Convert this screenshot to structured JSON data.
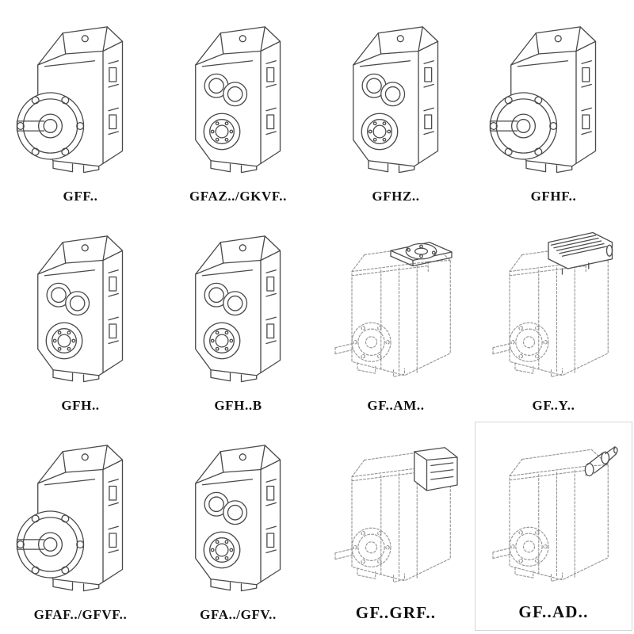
{
  "page": {
    "kind": "gearbox-catalog-sheet",
    "colors": {
      "line": "#4a4a4a",
      "dashed_line": "#959595",
      "label_text": "#101010",
      "background": "#ffffff"
    }
  },
  "grid": {
    "columns": 4,
    "rows": 3
  },
  "items": [
    {
      "label": "GFF..",
      "drawing": "gearbox-flange-output-solid"
    },
    {
      "label": "GFAZ../GKVF..",
      "drawing": "gearbox-hollow-shaft-face-solid"
    },
    {
      "label": "GFHZ..",
      "drawing": "gearbox-hollow-shaft-face-solid"
    },
    {
      "label": "GFHF..",
      "drawing": "gearbox-flange-output-solid"
    },
    {
      "label": "GFH..",
      "drawing": "gearbox-hollow-shaft-face-solid"
    },
    {
      "label": "GFH..B",
      "drawing": "gearbox-hollow-shaft-face-solid"
    },
    {
      "label": "GF..AM..",
      "drawing": "gearbox-dashed-with-top-motor-flange"
    },
    {
      "label": "GF..Y..",
      "drawing": "gearbox-dashed-with-mounted-motor"
    },
    {
      "label": "GFAF../GFVF..",
      "drawing": "gearbox-flange-output-solid"
    },
    {
      "label": "GFA../GFV..",
      "drawing": "gearbox-hollow-shaft-face-solid"
    },
    {
      "label": "GF..GRF..",
      "drawing": "gearbox-dashed-with-input-gearbox"
    },
    {
      "label": "GF..AD..",
      "drawing": "gearbox-dashed-with-input-shaft-adapter"
    }
  ]
}
